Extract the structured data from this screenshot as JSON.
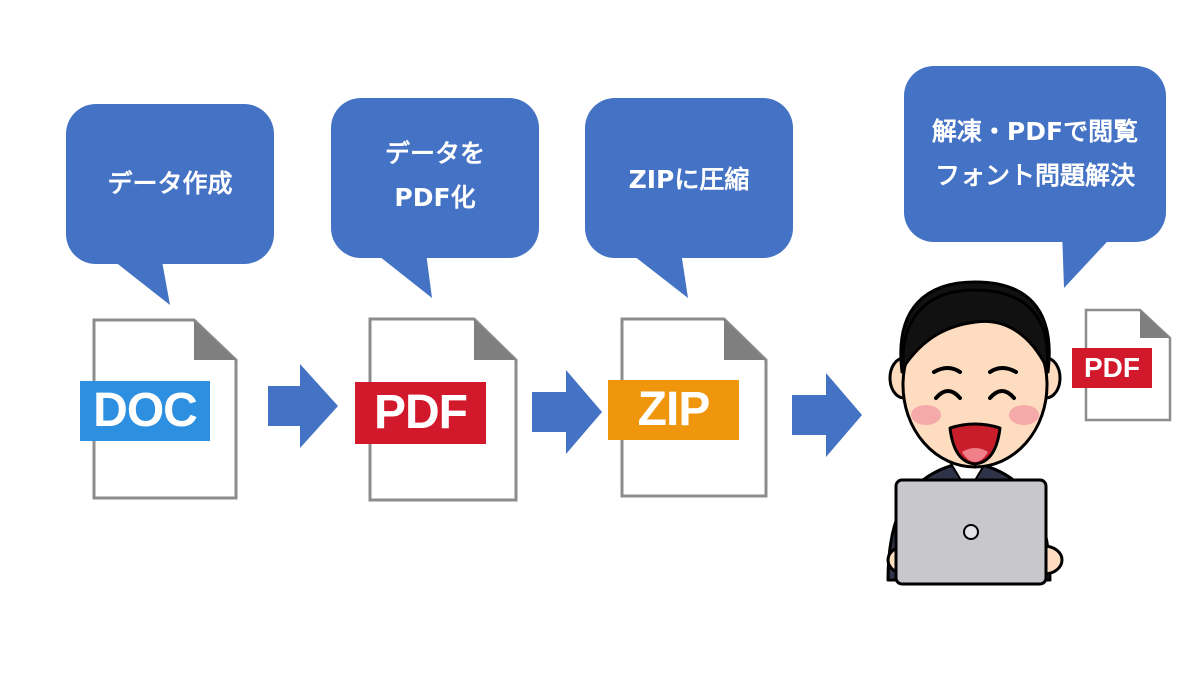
{
  "steps": [
    {
      "bubble_lines": [
        "データ作成"
      ],
      "file_label": "DOC",
      "label_color": "#2d8fe0"
    },
    {
      "bubble_lines": [
        "データを",
        "PDF化"
      ],
      "file_label": "PDF",
      "label_color": "#d2182b"
    },
    {
      "bubble_lines": [
        "ZIPに圧縮"
      ],
      "file_label": "ZIP",
      "label_color": "#f0960c"
    },
    {
      "bubble_lines": [
        "解凍・PDFで閲覧",
        "フォント問題解決"
      ],
      "file_label": "PDF",
      "label_color": "#d2182b"
    }
  ],
  "colors": {
    "bubble": "#4472c4",
    "arrow": "#4472c4",
    "file_outline": "#8c8c8c",
    "file_corner": "#7f7f7f"
  },
  "icons": [
    "document-icon",
    "arrow-right-icon",
    "person-with-laptop-illustration"
  ]
}
